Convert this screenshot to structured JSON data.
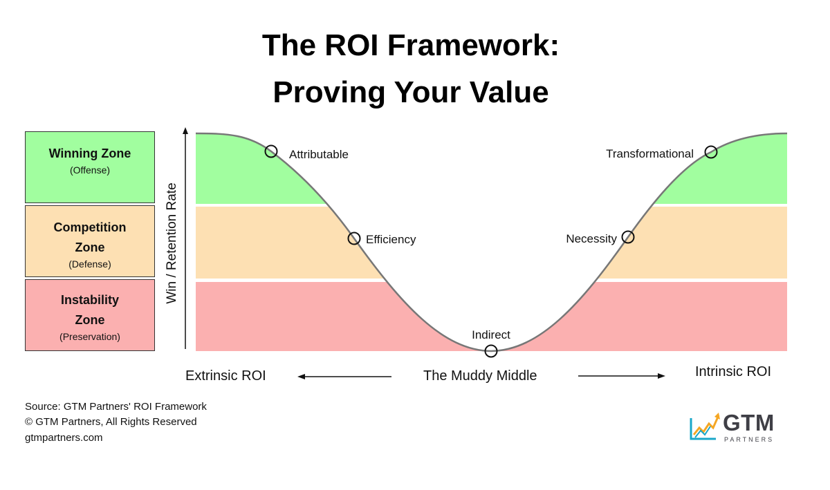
{
  "title": {
    "line1": "The ROI Framework:",
    "line2": "Proving Your Value"
  },
  "zones": [
    {
      "name": "Winning Zone",
      "sub": "(Offense)",
      "color": "#a1fe9f"
    },
    {
      "name": "Competition Zone",
      "sub": "(Defense)",
      "color": "#fde0b3"
    },
    {
      "name": "Instability Zone",
      "sub": "(Preservation)",
      "color": "#fbb0b0"
    }
  ],
  "y_axis_label": "Win / Retention Rate",
  "points": {
    "attributable": "Attributable",
    "efficiency": "Efficiency",
    "indirect": "Indirect",
    "necessity": "Necessity",
    "transformational": "Transformational"
  },
  "x_axis": {
    "left": "Extrinsic ROI",
    "middle": "The Muddy Middle",
    "right": "Intrinsic ROI"
  },
  "footer": {
    "source": "Source: GTM Partners' ROI Framework",
    "copyright": "© GTM Partners, All Rights Reserved",
    "website": "gtmpartners.com"
  },
  "logo": {
    "name": "GTM",
    "tagline": "PARTNERS",
    "icon": "chart-growth-icon"
  },
  "colors": {
    "winning": "#a1fe9f",
    "competition": "#fde0b3",
    "instability": "#fbb0b0",
    "curve": "#777777",
    "logo_blue": "#1aa7c8",
    "logo_orange": "#f5a623"
  }
}
